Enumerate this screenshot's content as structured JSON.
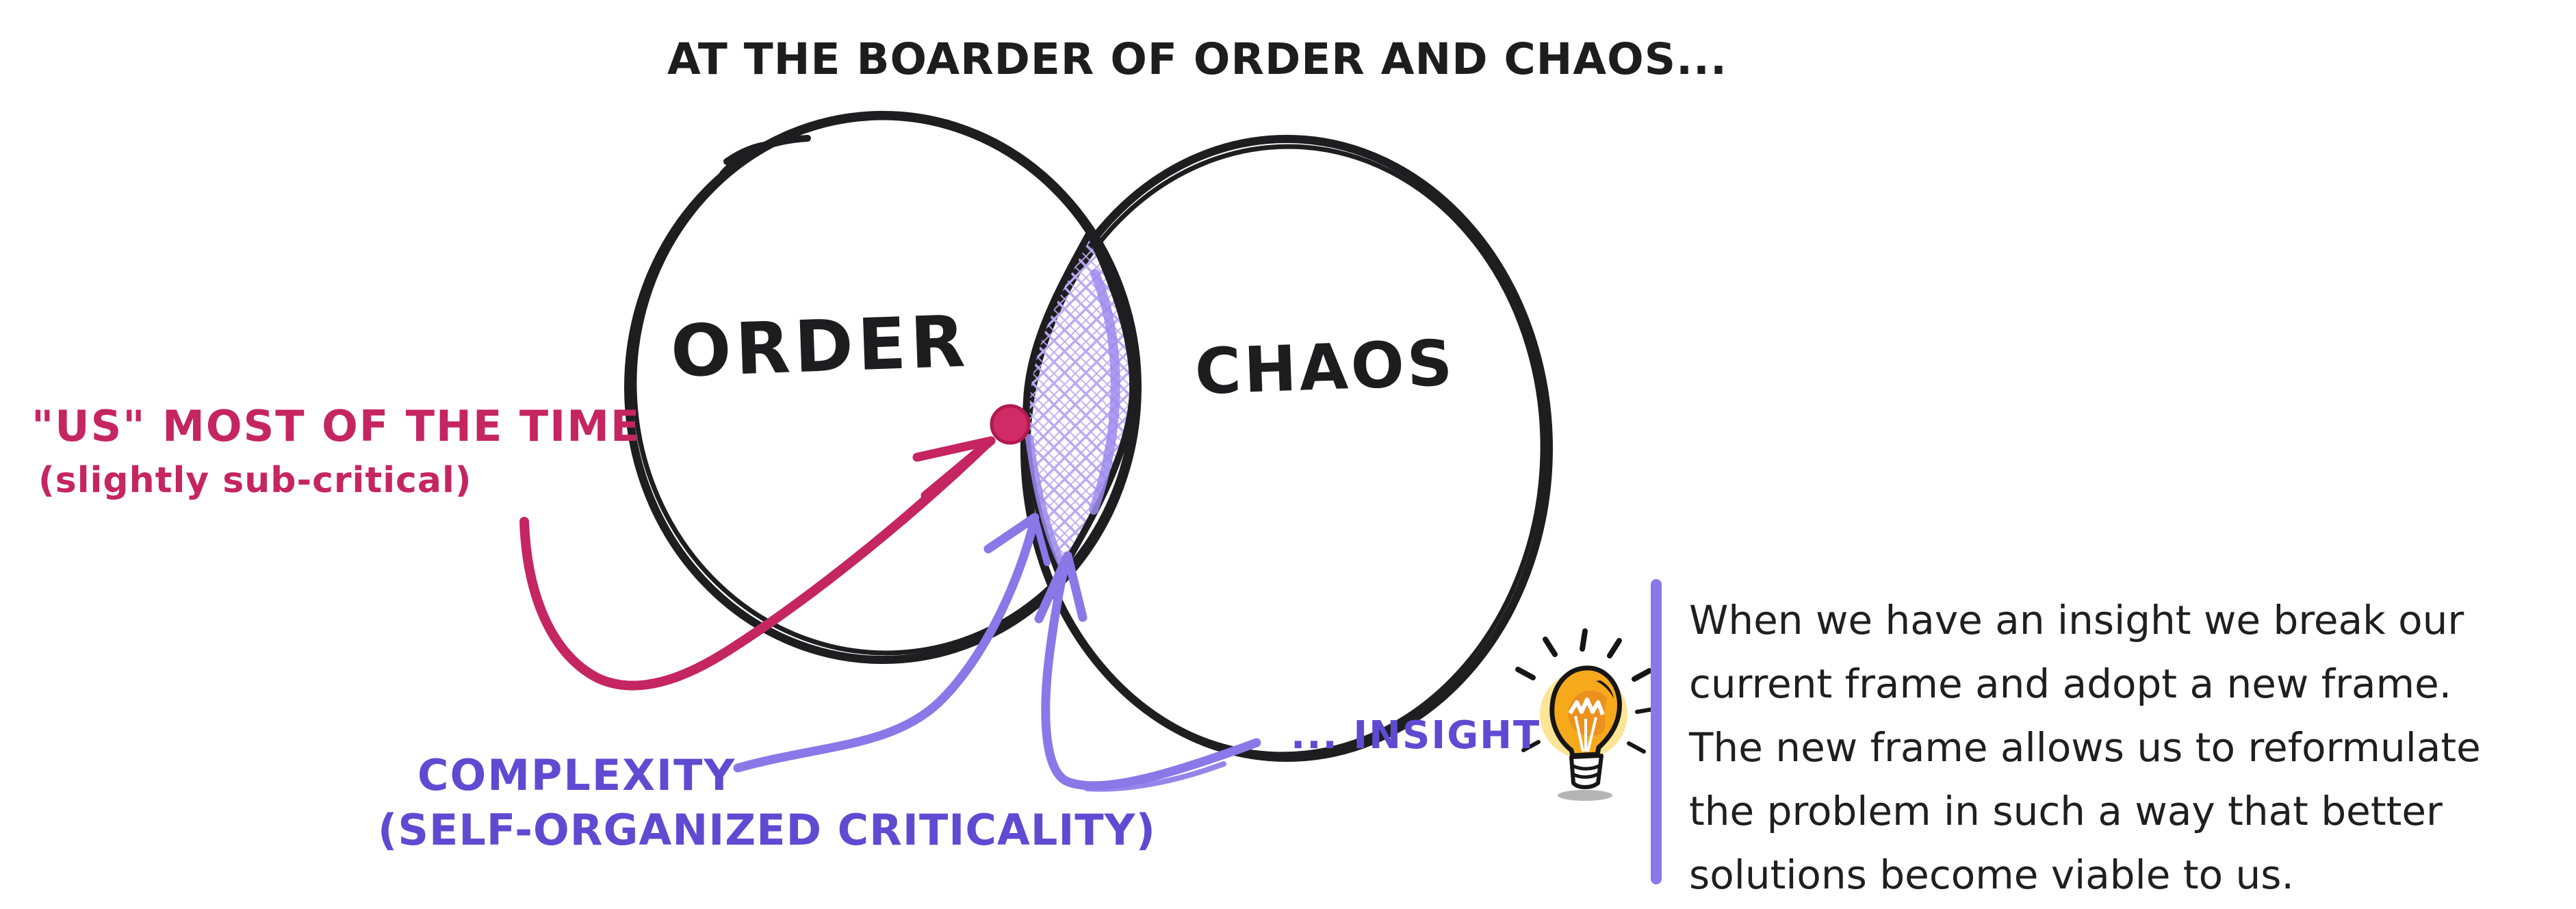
{
  "title": "AT THE BOARDER OF ORDER AND CHAOS...",
  "venn": {
    "left_label": "ORDER",
    "right_label": "CHAOS",
    "intersection_fill": "crosshatch"
  },
  "annotations": {
    "us": {
      "line1": "\"US\" MOST OF THE TIME",
      "line2": "(slightly sub-critical)",
      "color": "#c52561",
      "points_to": "dot on inner edge of ORDER at the intersection"
    },
    "complexity": {
      "line1": "COMPLEXITY",
      "line2": "(SELF-ORGANIZED CRITICALITY)",
      "color": "#5e4bd2",
      "points_to": "intersection of ORDER and CHAOS"
    },
    "insight": {
      "label": "... INSIGHT",
      "color": "#5e4bd2",
      "icon": "lightbulb-icon",
      "points_to": "intersection of ORDER and CHAOS"
    }
  },
  "note": {
    "accent_color": "#8a78e8",
    "lines": [
      "When we have an insight we break our",
      "current frame and adopt a new frame.",
      "The new frame allows us to reformulate",
      "the problem in such a way that better",
      "solutions become viable to us."
    ]
  },
  "colors": {
    "ink": "#1e1e20",
    "crimson": "#c52561",
    "dot": "#d12b66",
    "purple_arrow": "#8a78e8",
    "lavender_hatch": "#b9a9f1",
    "purple_text": "#5e4bd2",
    "bulb_yellow": "#f7a91c",
    "bulb_glow": "#fde28a",
    "shadow_gray": "#9b9b9b"
  }
}
